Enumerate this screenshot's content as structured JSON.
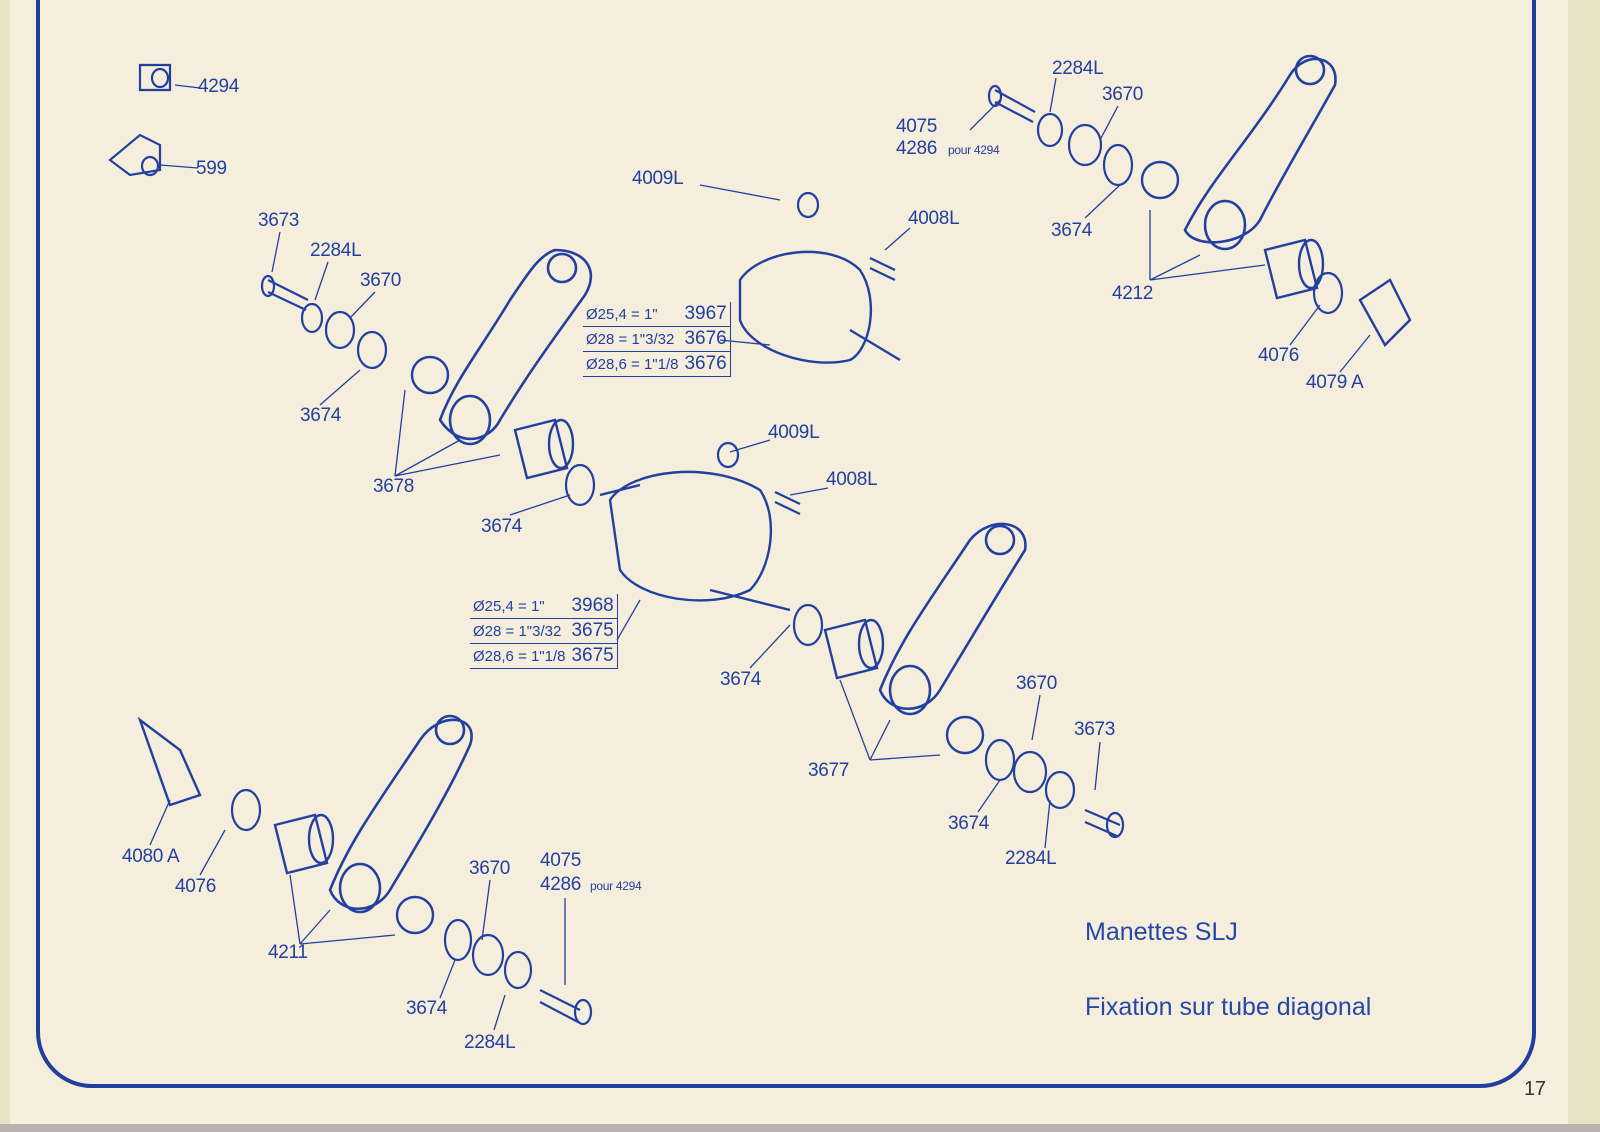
{
  "parts": {
    "top_left_4294": "4294",
    "top_left_599": "599",
    "l_3673": "3673",
    "l_2284L": "2284L",
    "l_3670": "3670",
    "l_3674a": "3674",
    "l_3678": "3678",
    "l_3674b": "3674",
    "c_4009L_top": "4009L",
    "c_4008L_top": "4008L",
    "c_4009L_mid": "4009L",
    "c_4008L_mid": "4008L",
    "r_2284L": "2284L",
    "r_3670": "3670",
    "r_4075": "4075",
    "r_4286": "4286",
    "r_pour": "pour 4294",
    "r_3674": "3674",
    "r_4212": "4212",
    "r_4076": "4076",
    "r_4079A": "4079 A",
    "m_3674": "3674",
    "m_3677": "3677",
    "m_3670": "3670",
    "m_3673": "3673",
    "m_3674b": "3674",
    "m_2284L": "2284L",
    "b_4080A": "4080 A",
    "b_4076": "4076",
    "b_4211": "4211",
    "b_3670": "3670",
    "b_4075": "4075",
    "b_4286": "4286",
    "b_pour": "pour 4294",
    "b_3674": "3674",
    "b_2284L": "2284L"
  },
  "table_upper": [
    {
      "size": "Ø25,4 = 1\"",
      "code": "3967"
    },
    {
      "size": "Ø28 = 1\"3/32",
      "code": "3676"
    },
    {
      "size": "Ø28,6 = 1\"1/8",
      "code": "3676"
    }
  ],
  "table_lower": [
    {
      "size": "Ø25,4 = 1\"",
      "code": "3968"
    },
    {
      "size": "Ø28 = 1\"3/32",
      "code": "3675"
    },
    {
      "size": "Ø28,6 = 1\"1/8",
      "code": "3675"
    }
  ],
  "title": "Manettes SLJ",
  "subtitle": "Fixation sur tube diagonal",
  "page_number": "17",
  "colors": {
    "ink": "#2240a0",
    "paper": "#f6eedc"
  }
}
